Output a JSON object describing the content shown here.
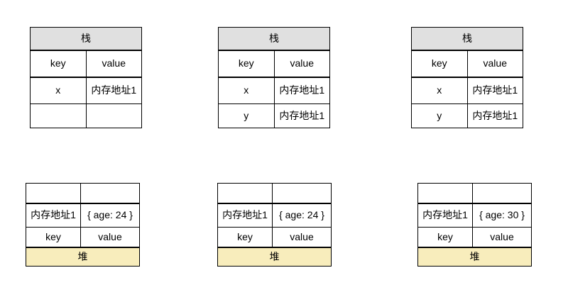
{
  "diagram": {
    "stack_label": "栈",
    "heap_label": "堆",
    "column_headers": {
      "key": "key",
      "value": "value"
    },
    "snapshots": [
      {
        "id": "snapshot-1",
        "stack": {
          "title": "栈",
          "header": {
            "key": "key",
            "value": "value"
          },
          "rows": [
            {
              "key": "x",
              "value": "内存地址1"
            },
            {
              "key": "",
              "value": ""
            }
          ]
        },
        "heap": {
          "title": "堆",
          "header": {
            "key": "key",
            "value": "value"
          },
          "blank": {
            "key": "",
            "value": ""
          },
          "rows": [
            {
              "key": "内存地址1",
              "value": "{ age: 24 }"
            }
          ]
        }
      },
      {
        "id": "snapshot-2",
        "stack": {
          "title": "栈",
          "header": {
            "key": "key",
            "value": "value"
          },
          "rows": [
            {
              "key": "x",
              "value": "内存地址1"
            },
            {
              "key": "y",
              "value": "内存地址1"
            }
          ]
        },
        "heap": {
          "title": "堆",
          "header": {
            "key": "key",
            "value": "value"
          },
          "blank": {
            "key": "",
            "value": ""
          },
          "rows": [
            {
              "key": "内存地址1",
              "value": "{ age: 24 }"
            }
          ]
        }
      },
      {
        "id": "snapshot-3",
        "stack": {
          "title": "栈",
          "header": {
            "key": "key",
            "value": "value"
          },
          "rows": [
            {
              "key": "x",
              "value": "内存地址1"
            },
            {
              "key": "y",
              "value": "内存地址1"
            }
          ]
        },
        "heap": {
          "title": "堆",
          "header": {
            "key": "key",
            "value": "value"
          },
          "blank": {
            "key": "",
            "value": ""
          },
          "rows": [
            {
              "key": "内存地址1",
              "value": "{ age: 30 }"
            }
          ]
        }
      }
    ]
  },
  "colors": {
    "stack_header_fill": "#e0e0e0",
    "heap_footer_fill": "#f8edbc",
    "border": "#000000",
    "background": "#ffffff"
  }
}
